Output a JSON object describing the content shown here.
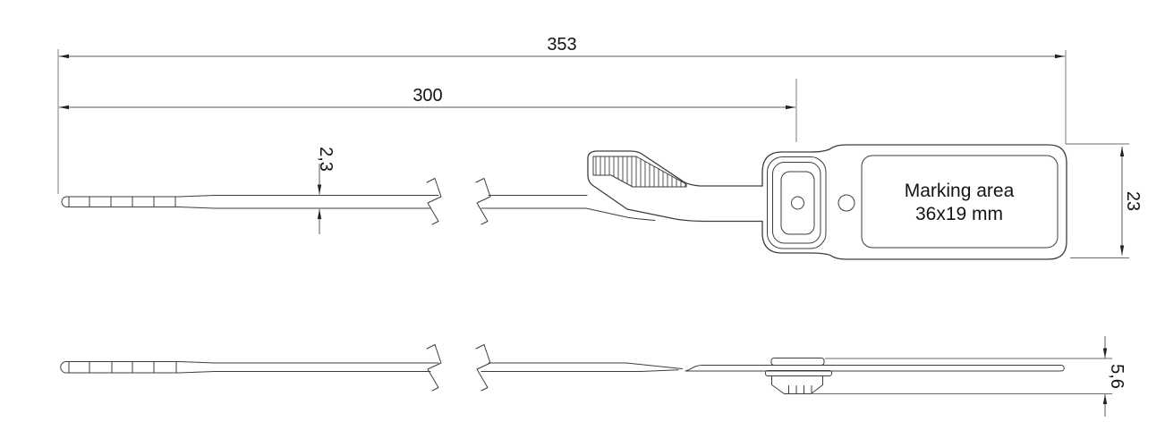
{
  "drawing": {
    "type": "technical-dimension-drawing",
    "subject": "pull-tight security seal, top view and side view with break lines",
    "dims": {
      "total_length": "353",
      "strap_length": "300",
      "strap_thickness": "2,3",
      "tag_height": "23",
      "profile_height": "5,6"
    },
    "marking_area": {
      "line1": "Marking area",
      "line2": "36x19 mm"
    },
    "colors": {
      "background": "#ffffff",
      "outline": "#3d3d3d",
      "dimension_lines": "#5a5a5a",
      "text": "#141414"
    }
  }
}
